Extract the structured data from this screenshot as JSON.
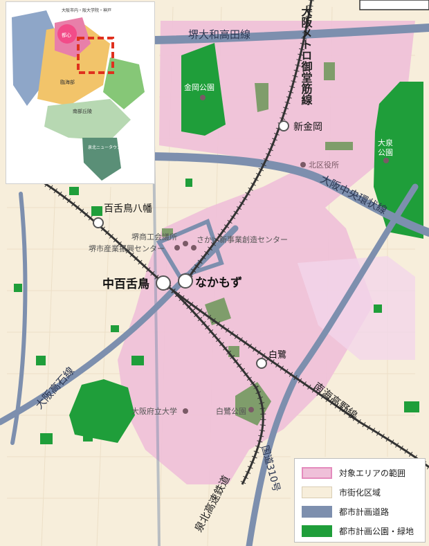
{
  "colors": {
    "urban": "#f7eedb",
    "target_area": "#efc0d9",
    "road": "#7d8fae",
    "park": "#1f9e3a",
    "park_in_area": "#7f9d6b",
    "rail": "#333333"
  },
  "roads": {
    "sakai_oowa": "堺大和高田線",
    "chuo_kanjo": "大阪中央環状線",
    "takaishi": "大阪高石線",
    "kokudo310": "国道310号"
  },
  "railways": {
    "midosuji": "大阪メトロ御堂筋線",
    "nankai_koya": "南海高野線",
    "senboku": "泉北高速鉄道"
  },
  "stations": {
    "shinkanaoka": "新金岡",
    "mozuhachiman": "百舌鳥八幡",
    "nakamozu_jr": "中百舌鳥",
    "nakamozu_metro": "なかもず",
    "shirasagi": "白鷺"
  },
  "facilities": {
    "kanaoka_park": "金岡公園",
    "oizumi_park": "大泉\n公園",
    "kita_ward_office": "北区役所",
    "chamber": "堺商工会議所",
    "sakai_new_biz": "さかい新事業創造センター",
    "industry_center": "堺市産業振興センター",
    "osaka_pref_univ": "大阪府立大学",
    "shirasagi_park": "白鷺公園"
  },
  "legend": {
    "target_area": "対象エリアの範囲",
    "urban": "市街化区域",
    "road": "都市計画道路",
    "park": "都市計画公園・緑地"
  },
  "inset": {
    "title": "大阪市内・阪大学院・神戸",
    "lbl_a": "都心",
    "lbl_b": "臨海部",
    "lbl_c": "南部丘陵",
    "lbl_d": "泉北ニュータウン"
  }
}
